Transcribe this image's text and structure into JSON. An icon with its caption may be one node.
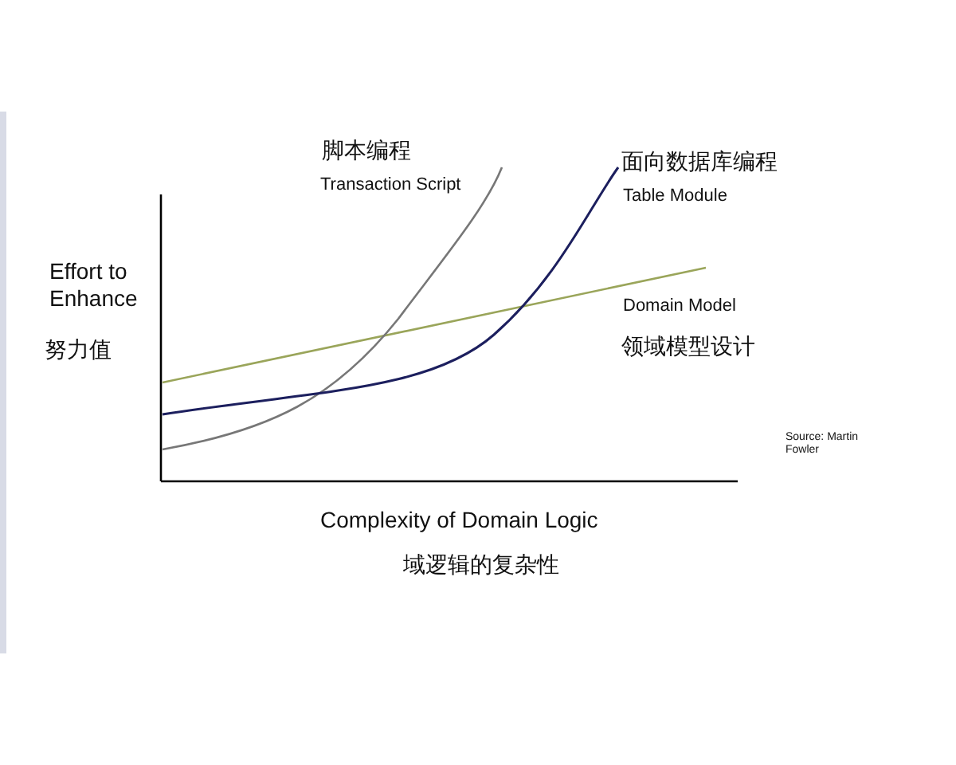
{
  "diagram": {
    "labels": [
      "脚本编程",
      "面向数据库编程",
      "Transaction Script",
      "Table Module",
      "Effort to Enhance",
      "Domain Model",
      "努力值",
      "领域模型设计",
      "Source: Martin Fowler",
      "Complexity of Domain Logic",
      "域逻辑的复杂性"
    ]
  }
}
